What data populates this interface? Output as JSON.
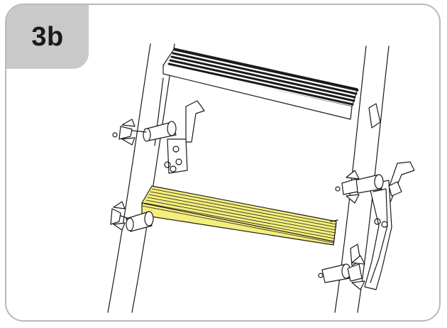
{
  "step": {
    "label": "3b"
  },
  "colors": {
    "highlight": "#f4ee7c",
    "line": "#1a1a1a",
    "badge": "#c9c9c9",
    "frame": "#b9b9b9"
  },
  "icons": [
    "ladder-rail",
    "ladder-step",
    "wing-nut",
    "bracket"
  ]
}
